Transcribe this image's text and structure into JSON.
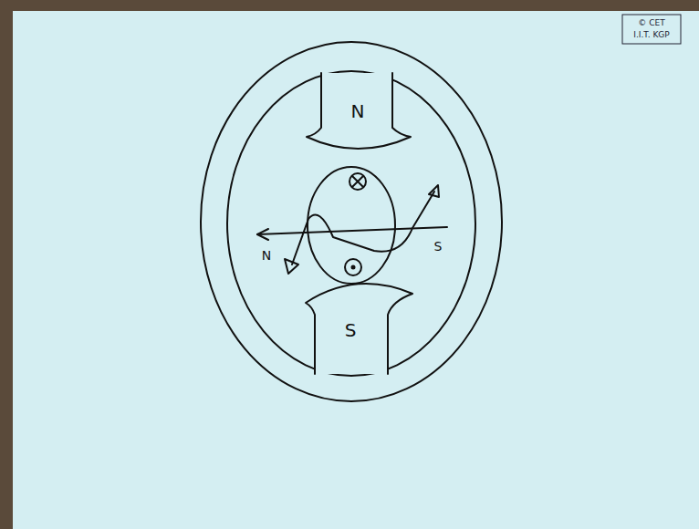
{
  "diagram": {
    "labels": [
      "N",
      "S",
      "N",
      "S",
      "© CET",
      "I.I.T. KGP"
    ]
  }
}
